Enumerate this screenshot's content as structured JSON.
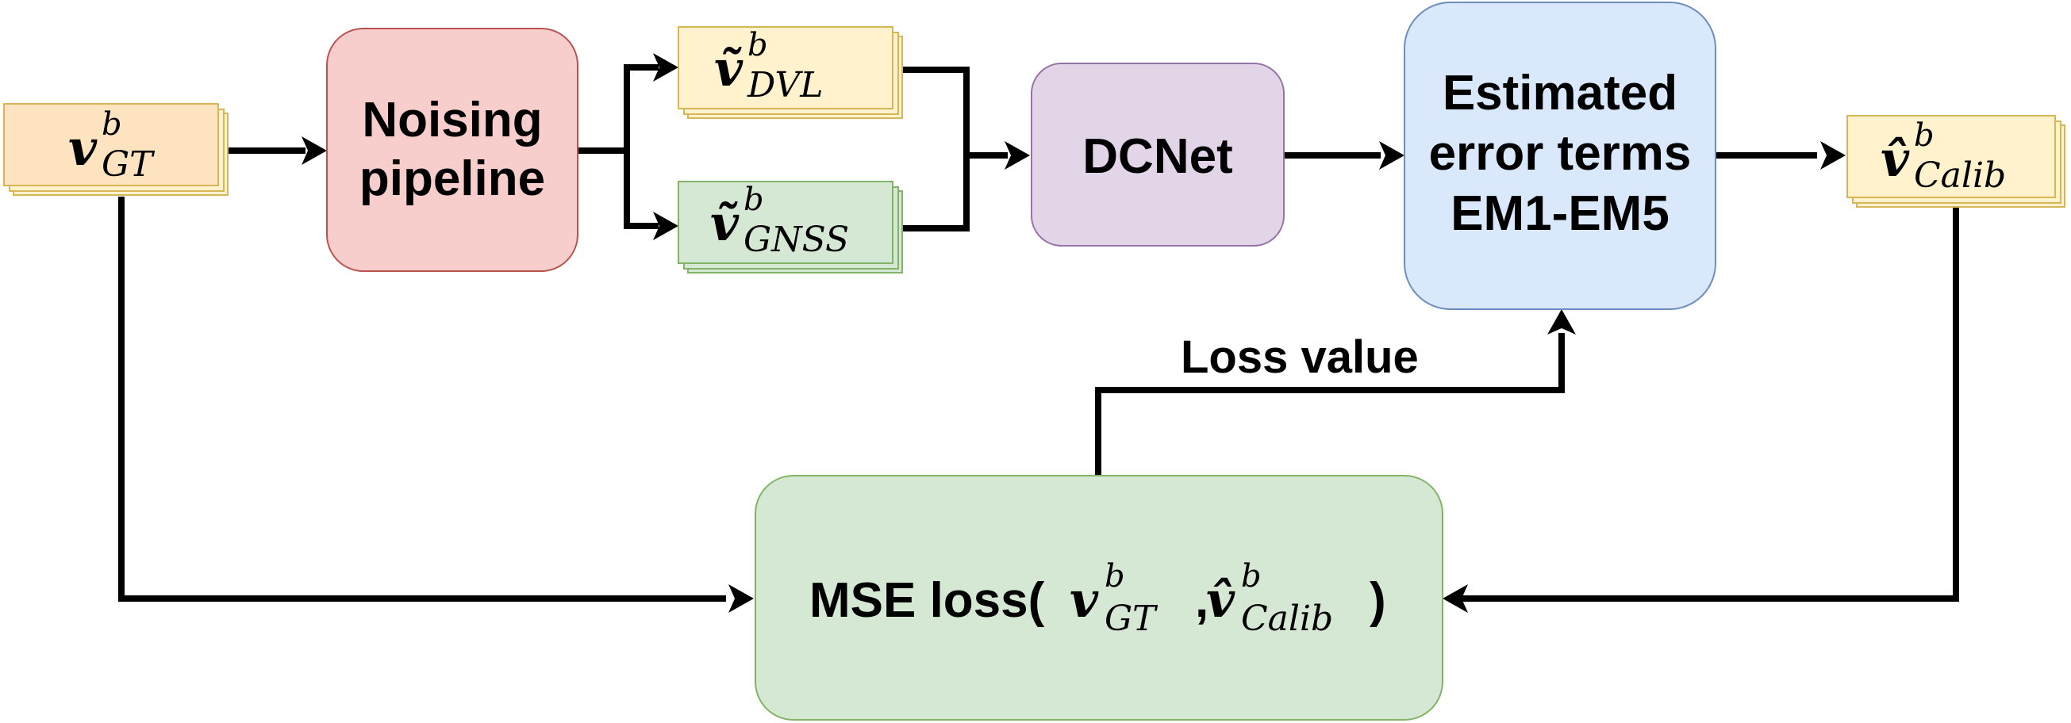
{
  "colors": {
    "stack_yellow_fill": "#fff2cc",
    "stack_yellow_stroke": "#d6b656",
    "stack_green_fill": "#d5e8d4",
    "stack_green_stroke": "#82b366",
    "noising_fill": "#f8cecc",
    "noising_stroke": "#b85450",
    "dcnet_fill": "#e1d5e7",
    "dcnet_stroke": "#9673a6",
    "estimated_fill": "#dae8fc",
    "estimated_stroke": "#6c8ebf",
    "mse_fill": "#d5e8d4",
    "mse_stroke": "#82b366",
    "arrow": "#000000"
  },
  "nodes": {
    "v_gt": {
      "symbol": "v",
      "sup": "b",
      "sub": "GT"
    },
    "noising": {
      "line1": "Noising",
      "line2": "pipeline"
    },
    "v_dvl": {
      "symbol": "ṽ",
      "sup": "b",
      "sub": "DVL"
    },
    "v_gnss": {
      "symbol": "ṽ",
      "sup": "b",
      "sub": "GNSS"
    },
    "dcnet": {
      "label": "DCNet"
    },
    "estimated": {
      "line1": "Estimated",
      "line2": "error terms",
      "line3": "EM1-EM5"
    },
    "v_calib": {
      "symbol": "v̂",
      "sup": "b",
      "sub": "Calib"
    },
    "mse": {
      "prefix": "MSE loss(",
      "arg1_symbol": "v",
      "arg1_sup": "b",
      "arg1_sub": "GT",
      "separator": ",",
      "arg2_symbol": "v̂",
      "arg2_sup": "b",
      "arg2_sub": "Calib",
      "suffix": ")"
    }
  },
  "edges": {
    "loss_value_label": "Loss value"
  }
}
